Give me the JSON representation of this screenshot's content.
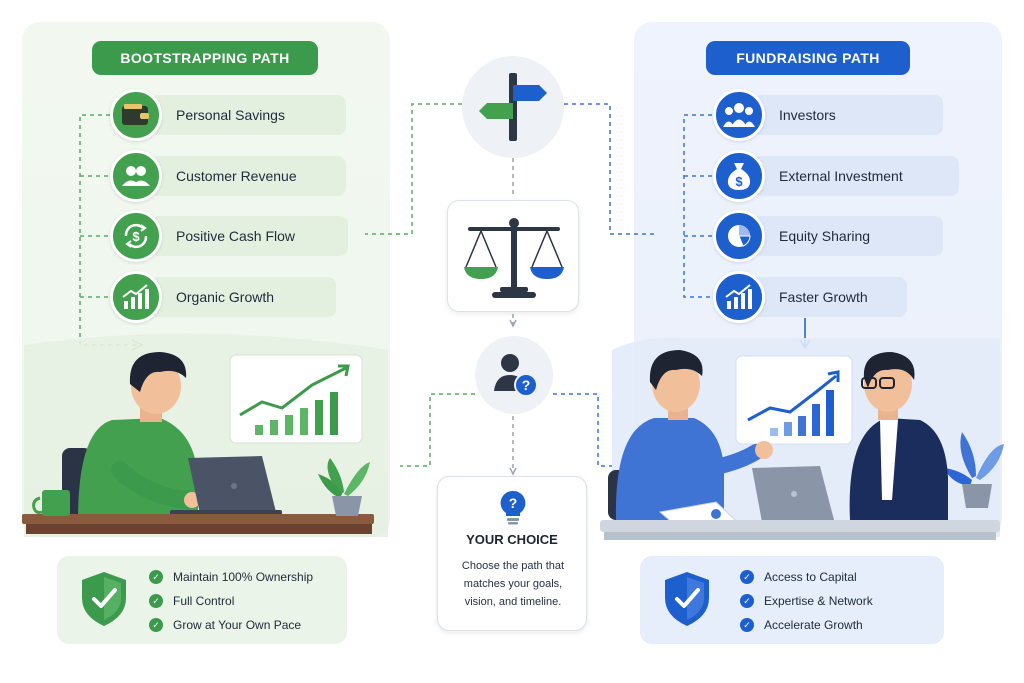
{
  "bootstrapping": {
    "title": "BOOTSTRAPPING PATH",
    "items": [
      {
        "label": "Personal Savings",
        "icon": "wallet-icon"
      },
      {
        "label": "Customer Revenue",
        "icon": "customers-icon"
      },
      {
        "label": "Positive Cash Flow",
        "icon": "cash-flow-icon"
      },
      {
        "label": "Organic Growth",
        "icon": "growth-chart-icon"
      }
    ],
    "benefits": [
      "Maintain 100% Ownership",
      "Full Control",
      "Grow at Your Own Pace"
    ],
    "color": "#3c9a4c"
  },
  "fundraising": {
    "title": "FUNDRAISING PATH",
    "items": [
      {
        "label": "Investors",
        "icon": "investors-icon"
      },
      {
        "label": "External Investment",
        "icon": "money-bag-icon"
      },
      {
        "label": "Equity Sharing",
        "icon": "pie-chart-icon"
      },
      {
        "label": "Faster Growth",
        "icon": "growth-chart-icon"
      }
    ],
    "benefits": [
      "Access to Capital",
      "Expertise & Network",
      "Accelerate Growth"
    ],
    "color": "#1e5fce"
  },
  "choice": {
    "title": "YOUR CHOICE",
    "text": "Choose the path that matches your goals, vision, and timeline.",
    "icon": "lightbulb-question-icon"
  },
  "center_icons": [
    "signpost-icon",
    "balance-scale-icon",
    "person-question-icon"
  ]
}
